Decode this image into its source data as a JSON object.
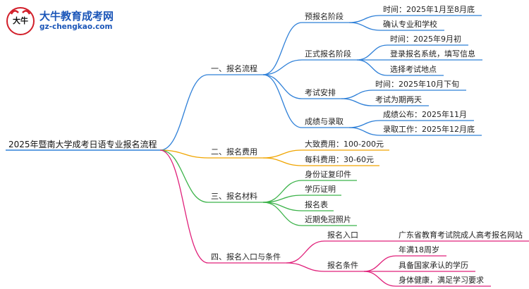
{
  "brand": {
    "title": "大牛教育成考网",
    "url": "gz-chengkao.com",
    "mark_text": "大牛"
  },
  "colors": {
    "blue": "#2f80d8",
    "orange": "#f0a500",
    "green": "#3cb34a",
    "pink": "#e0207a",
    "root_line": "#2f80d8"
  },
  "mindmap": {
    "root": "2025年暨南大学成考日语专业报名流程",
    "branches": [
      {
        "label": "一、报名流程",
        "children": [
          {
            "label": "预报名阶段",
            "children": [
              "时间：2025年1月至8月底",
              "确认专业和学校"
            ]
          },
          {
            "label": "正式报名阶段",
            "children": [
              "时间：2025年9月初",
              "登录报名系统，填写信息",
              "选择考试地点"
            ]
          },
          {
            "label": "考试安排",
            "children": [
              "时间：2025年10月下旬",
              "考试为期两天"
            ]
          },
          {
            "label": "成绩与录取",
            "children": [
              "成绩公布：2025年11月",
              "录取工作：2025年12月底"
            ]
          }
        ]
      },
      {
        "label": "二、报名费用",
        "children": [
          {
            "label": "大致费用：100-200元",
            "children": []
          },
          {
            "label": "每科费用：30-60元",
            "children": []
          }
        ]
      },
      {
        "label": "三、报名材料",
        "children": [
          {
            "label": "身份证复印件",
            "children": []
          },
          {
            "label": "学历证明",
            "children": []
          },
          {
            "label": "报名表",
            "children": []
          },
          {
            "label": "近期免冠照片",
            "children": []
          }
        ]
      },
      {
        "label": "四、报名入口与条件",
        "children": [
          {
            "label": "报名入口",
            "children": [
              "广东省教育考试院成人高考报名网站"
            ]
          },
          {
            "label": "报名条件",
            "children": [
              "年满18周岁",
              "具备国家承认的学历",
              "身体健康，满足学习要求"
            ]
          }
        ]
      }
    ]
  }
}
